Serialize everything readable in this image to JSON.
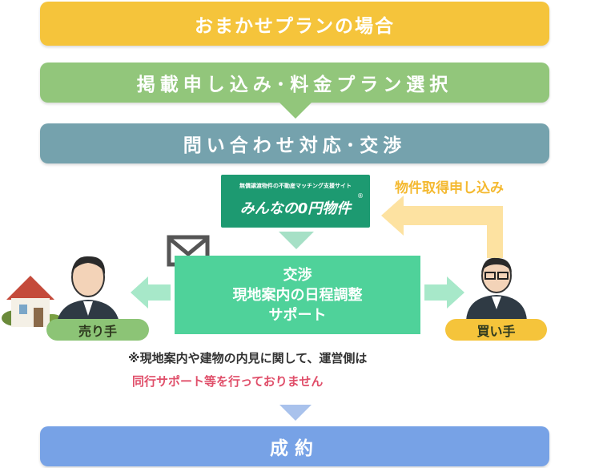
{
  "steps": {
    "plan_case": "おまかせプランの場合",
    "apply_select": "掲載申し込み･料金プラン選択",
    "inquiry": "問い合わせ対応･交渉",
    "contract": "成約"
  },
  "logo": {
    "subtitle": "無償譲渡物件の不動産マッチング支援サイト",
    "name": "みんなの0円物件",
    "registered": "®"
  },
  "support_box": {
    "line1": "交渉",
    "line2": "現地案内の日程調整",
    "line3": "サポート"
  },
  "apply_label": "物件取得申し込み",
  "roles": {
    "seller": "売り手",
    "buyer": "買い手"
  },
  "note": {
    "line1": "※現地案内や建物の内見に関して、運営側は",
    "line2": "同行サポート等を行っておりません"
  },
  "colors": {
    "yellow": "#f5c43b",
    "green": "#92c67b",
    "teal": "#75a2ad",
    "blue": "#77a2e6",
    "mint": "#4fd29a",
    "logo_green": "#1d9a71",
    "warning_red": "#e04f6a"
  },
  "icons": [
    "envelope-icon",
    "house-icon",
    "person-icon",
    "arrow-left-icon",
    "arrow-right-icon",
    "return-arrow-icon"
  ]
}
